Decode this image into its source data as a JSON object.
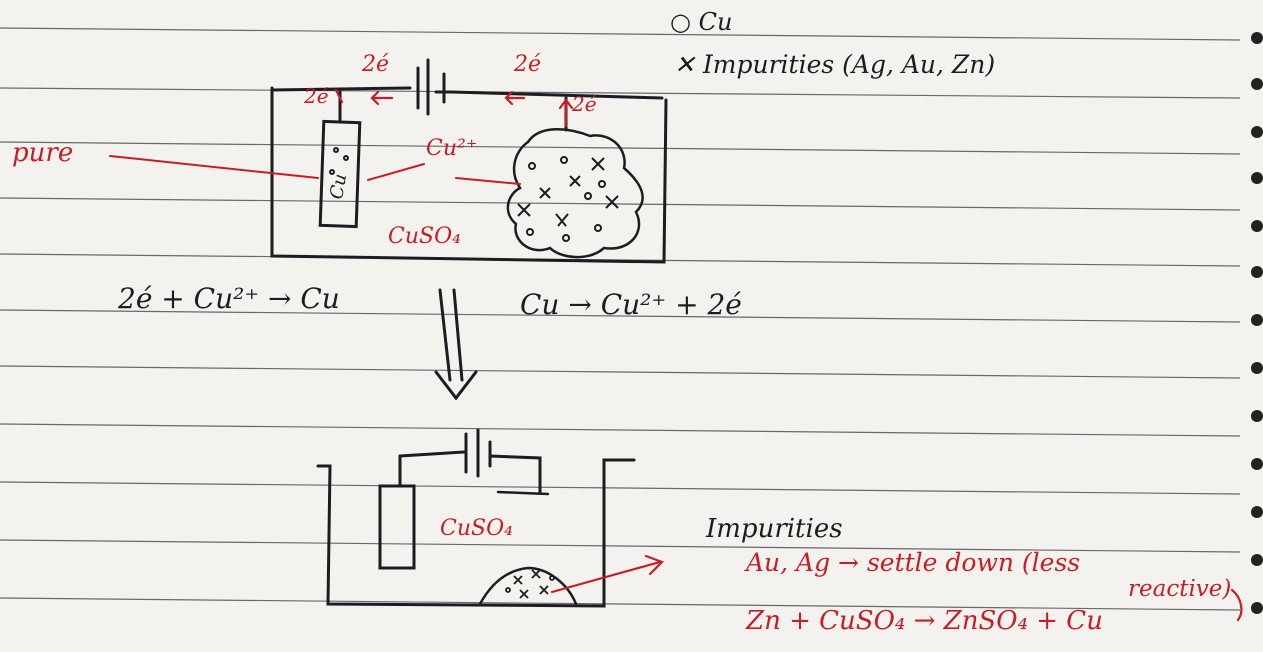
{
  "notes": {
    "legend_pure_copper": "Cu",
    "legend_impurities": "Impurities (Ag, Au, Zn)",
    "label_pure": "pure",
    "electron_top_left": "2é",
    "electron_top_right": "2é",
    "electron_cathode": "2é",
    "electron_anode": "2é",
    "ion_label": "Cu²⁺",
    "cathode_label": "Cu",
    "electrolyte_top": "CuSO₄",
    "cathode_reaction": "2é + Cu²⁺ → Cu",
    "anode_reaction": "Cu → Cu²⁺ + 2é",
    "electrolyte_bottom": "CuSO₄",
    "impurities_heading": "Impurities",
    "settle_line": "Au, Ag → settle down (less",
    "settle_line_cont": "reactive)",
    "zinc_reaction": "Zn + CuSO₄ → ZnSO₄ + Cu"
  },
  "colors": {
    "paper": "#f3f2ef",
    "rule_line": "#3a3a44",
    "ink_black": "#1c1c22",
    "ink_red": "#c81d25"
  }
}
